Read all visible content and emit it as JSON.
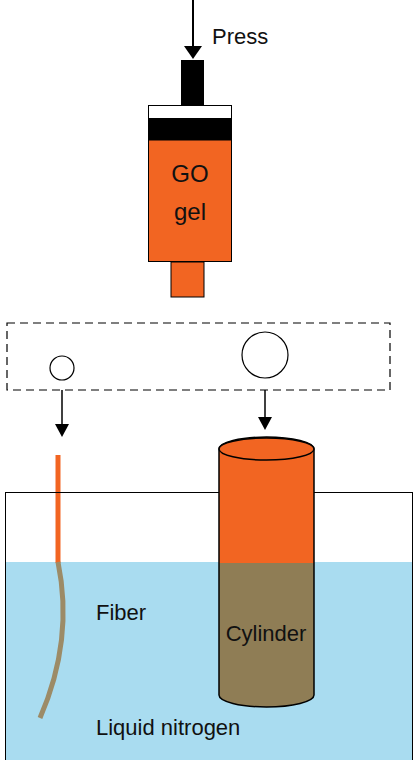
{
  "diagram": {
    "nodes": [
      {
        "text": [
          "GO gel"
        ]
      },
      {
        "text": [
          "Liquid nitrogen"
        ]
      },
      {
        "text": [
          "Cylinder"
        ],
        "in": 1
      }
    ],
    "labels": [
      "Press",
      "Fiber"
    ]
  }
}
